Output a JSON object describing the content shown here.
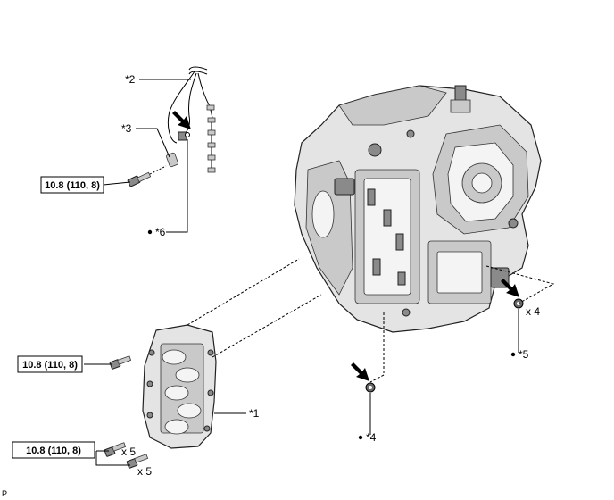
{
  "callouts": {
    "c1": "*1",
    "c2": "*2",
    "c3": "*3",
    "c4": "*4",
    "c5": "*5",
    "c6": "*6"
  },
  "torque": {
    "t1": "10.8 (110, 8)",
    "t2": "10.8 (110, 8)",
    "t3": "10.8 (110, 8)"
  },
  "quantities": {
    "q_seal": "x 4",
    "q_bolt_a": "x 5",
    "q_bolt_b": "x 5"
  },
  "corner_mark": "P"
}
